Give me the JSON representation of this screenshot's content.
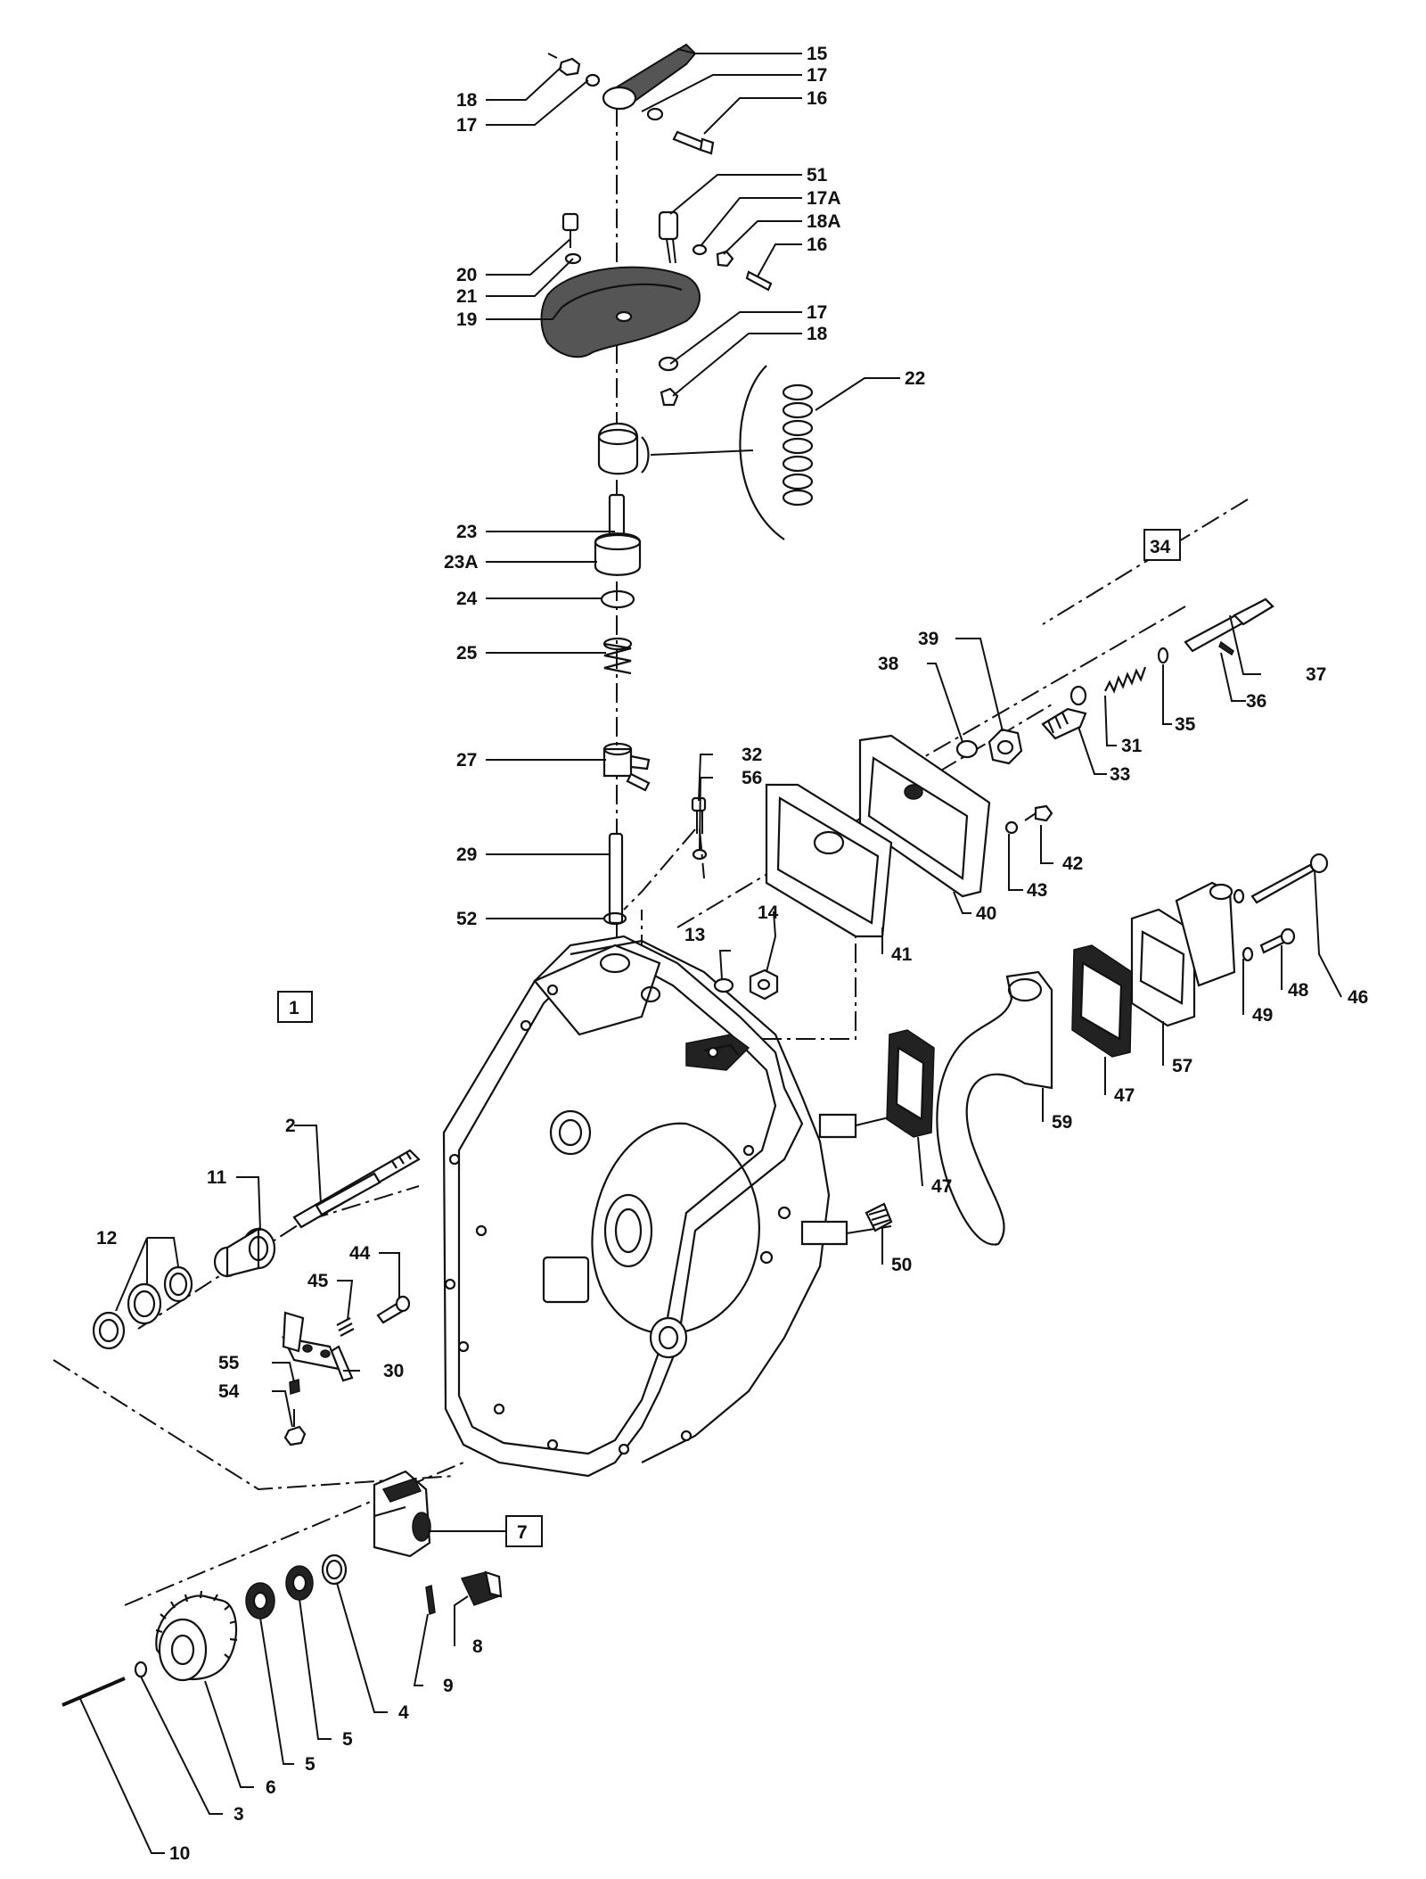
{
  "diagram": {
    "callouts": [
      {
        "id": "c-15",
        "text": "15"
      },
      {
        "id": "c-17a",
        "text": "17"
      },
      {
        "id": "c-16a",
        "text": "16"
      },
      {
        "id": "c-18a",
        "text": "18"
      },
      {
        "id": "c-17b",
        "text": "17"
      },
      {
        "id": "c-51",
        "text": "51"
      },
      {
        "id": "c-17A",
        "text": "17A"
      },
      {
        "id": "c-18A",
        "text": "18A"
      },
      {
        "id": "c-16b",
        "text": "16"
      },
      {
        "id": "c-20",
        "text": "20"
      },
      {
        "id": "c-21",
        "text": "21"
      },
      {
        "id": "c-19",
        "text": "19"
      },
      {
        "id": "c-17c",
        "text": "17"
      },
      {
        "id": "c-18b",
        "text": "18"
      },
      {
        "id": "c-22",
        "text": "22"
      },
      {
        "id": "c-23",
        "text": "23"
      },
      {
        "id": "c-23A",
        "text": "23A"
      },
      {
        "id": "c-24",
        "text": "24"
      },
      {
        "id": "c-25",
        "text": "25"
      },
      {
        "id": "c-27",
        "text": "27"
      },
      {
        "id": "c-29",
        "text": "29"
      },
      {
        "id": "c-52",
        "text": "52"
      },
      {
        "id": "c-32",
        "text": "32"
      },
      {
        "id": "c-56",
        "text": "56"
      },
      {
        "id": "c-13",
        "text": "13"
      },
      {
        "id": "c-14",
        "text": "14"
      },
      {
        "id": "c-34",
        "text": "34"
      },
      {
        "id": "c-39",
        "text": "39"
      },
      {
        "id": "c-38",
        "text": "38"
      },
      {
        "id": "c-37",
        "text": "37"
      },
      {
        "id": "c-36",
        "text": "36"
      },
      {
        "id": "c-35",
        "text": "35"
      },
      {
        "id": "c-31",
        "text": "31"
      },
      {
        "id": "c-33",
        "text": "33"
      },
      {
        "id": "c-42",
        "text": "42"
      },
      {
        "id": "c-43",
        "text": "43"
      },
      {
        "id": "c-40",
        "text": "40"
      },
      {
        "id": "c-41",
        "text": "41"
      },
      {
        "id": "c-46",
        "text": "46"
      },
      {
        "id": "c-48",
        "text": "48"
      },
      {
        "id": "c-49",
        "text": "49"
      },
      {
        "id": "c-57",
        "text": "57"
      },
      {
        "id": "c-47a",
        "text": "47"
      },
      {
        "id": "c-59",
        "text": "59"
      },
      {
        "id": "c-47b",
        "text": "47"
      },
      {
        "id": "c-50",
        "text": "50"
      },
      {
        "id": "c-1",
        "text": "1"
      },
      {
        "id": "c-2",
        "text": "2"
      },
      {
        "id": "c-11",
        "text": "11"
      },
      {
        "id": "c-12",
        "text": "12"
      },
      {
        "id": "c-44",
        "text": "44"
      },
      {
        "id": "c-45",
        "text": "45"
      },
      {
        "id": "c-30",
        "text": "30"
      },
      {
        "id": "c-55",
        "text": "55"
      },
      {
        "id": "c-54",
        "text": "54"
      },
      {
        "id": "c-7",
        "text": "7"
      },
      {
        "id": "c-8",
        "text": "8"
      },
      {
        "id": "c-9",
        "text": "9"
      },
      {
        "id": "c-4",
        "text": "4"
      },
      {
        "id": "c-5a",
        "text": "5"
      },
      {
        "id": "c-5b",
        "text": "5"
      },
      {
        "id": "c-6",
        "text": "6"
      },
      {
        "id": "c-3",
        "text": "3"
      },
      {
        "id": "c-10",
        "text": "10"
      }
    ]
  }
}
